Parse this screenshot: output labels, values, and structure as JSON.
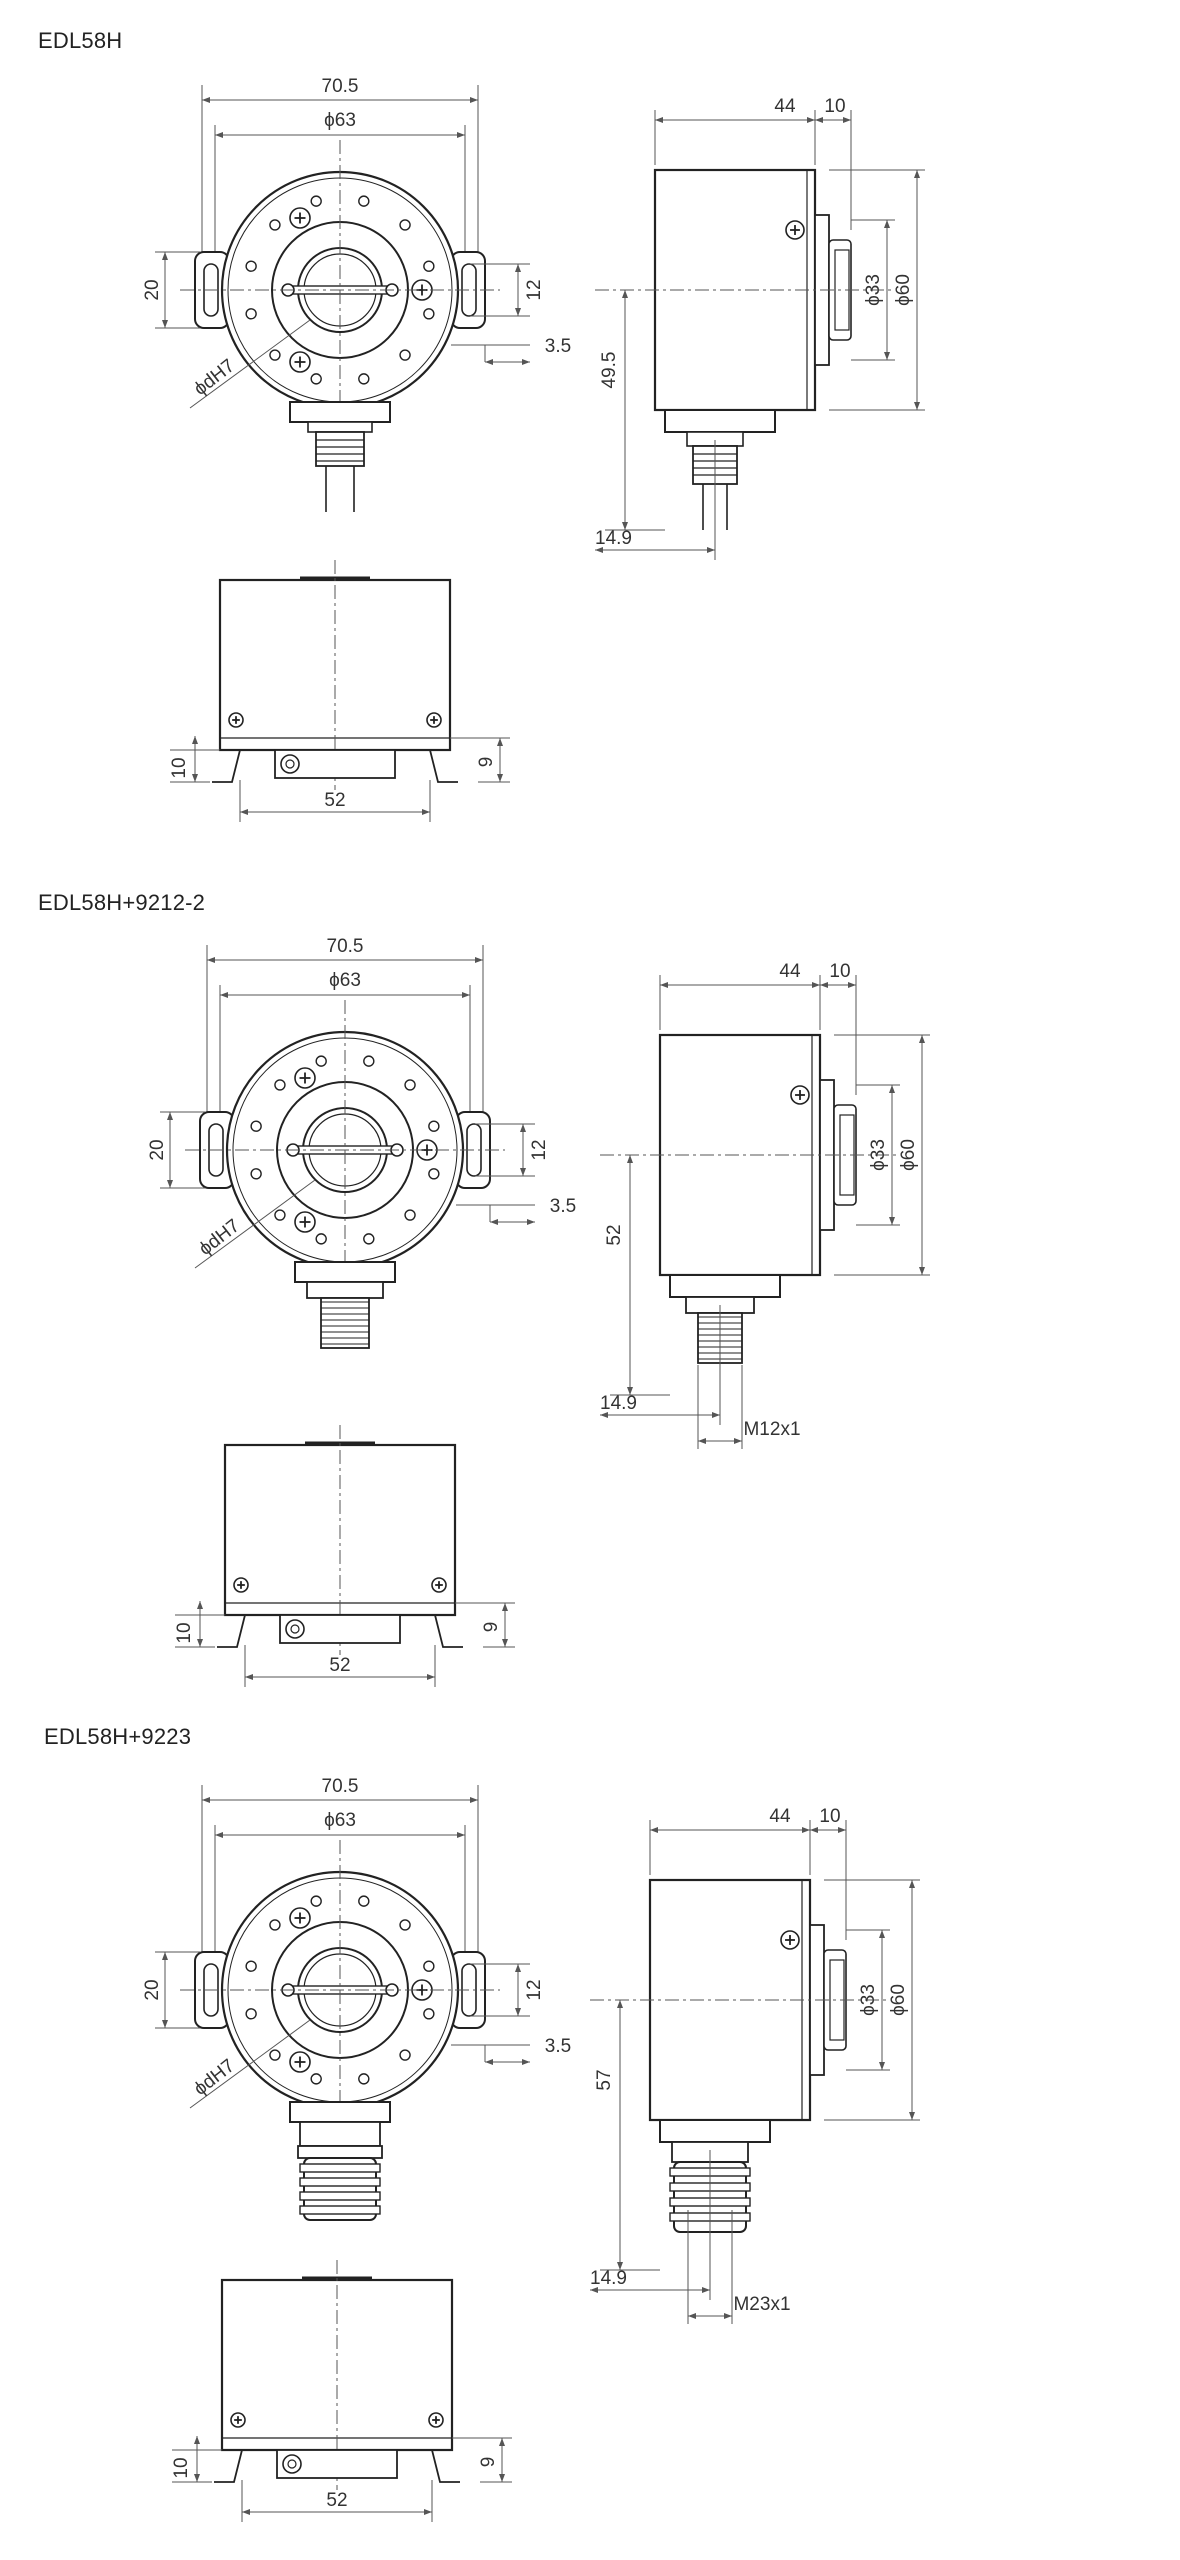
{
  "sections": [
    {
      "title": "EDL58H",
      "front": {
        "width": "70.5",
        "diameter": "ϕ63",
        "slot_height": "20",
        "slot_width": "12",
        "ear_offset": "3.5",
        "bore": "ϕdH7"
      },
      "side": {
        "depth": "44",
        "flange": "10",
        "inner_dia": "ϕ33",
        "outer_dia": "ϕ60",
        "height": "49.5",
        "offset": "14.9",
        "connector": ""
      },
      "bottom": {
        "base": "52",
        "left_h": "10",
        "right_h": "9"
      }
    },
    {
      "title": "EDL58H+9212-2",
      "front": {
        "width": "70.5",
        "diameter": "ϕ63",
        "slot_height": "20",
        "slot_width": "12",
        "ear_offset": "3.5",
        "bore": "ϕdH7"
      },
      "side": {
        "depth": "44",
        "flange": "10",
        "inner_dia": "ϕ33",
        "outer_dia": "ϕ60",
        "height": "52",
        "offset": "14.9",
        "connector": "M12x1"
      },
      "bottom": {
        "base": "52",
        "left_h": "10",
        "right_h": "9"
      }
    },
    {
      "title": "EDL58H+9223",
      "front": {
        "width": "70.5",
        "diameter": "ϕ63",
        "slot_height": "20",
        "slot_width": "12",
        "ear_offset": "3.5",
        "bore": "ϕdH7"
      },
      "side": {
        "depth": "44",
        "flange": "10",
        "inner_dia": "ϕ33",
        "outer_dia": "ϕ60",
        "height": "57",
        "offset": "14.9",
        "connector": "M23x1"
      },
      "bottom": {
        "base": "52",
        "left_h": "10",
        "right_h": "9"
      }
    }
  ]
}
